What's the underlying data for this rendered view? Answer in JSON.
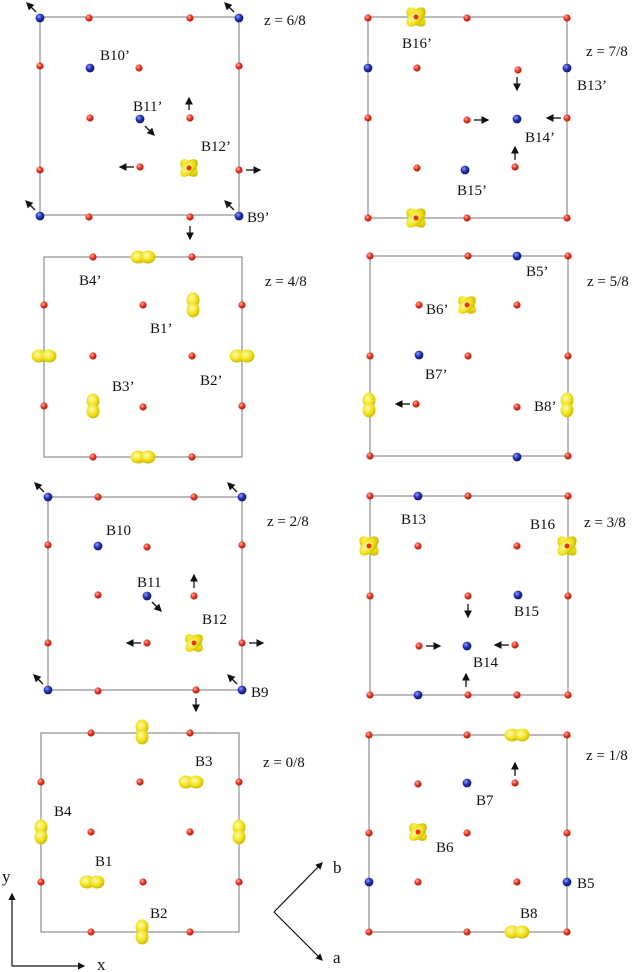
{
  "colors": {
    "oxygen_red": "#e8321e",
    "boron_blue": "#1f2fb0",
    "density_yellow": "#f2e21a",
    "frame_gray": "#777777"
  },
  "panels": [
    {
      "id": "z6",
      "z_label": "z = 6/8",
      "labels": [
        "B10’",
        "B11’",
        "B12’",
        "B9’"
      ]
    },
    {
      "id": "z7",
      "z_label": "z = 7/8",
      "labels": [
        "B16’",
        "B13’",
        "B14’",
        "B15’"
      ]
    },
    {
      "id": "z4",
      "z_label": "z = 4/8",
      "labels": [
        "B4’",
        "B1’",
        "B3’",
        "B2’"
      ]
    },
    {
      "id": "z5",
      "z_label": "z = 5/8",
      "labels": [
        "B5’",
        "B6’",
        "B7’",
        "B8’"
      ]
    },
    {
      "id": "z2",
      "z_label": "z = 2/8",
      "labels": [
        "B10",
        "B11",
        "B12",
        "B9"
      ]
    },
    {
      "id": "z3",
      "z_label": "z = 3/8",
      "labels": [
        "B13",
        "B16",
        "B15",
        "B14"
      ]
    },
    {
      "id": "z0",
      "z_label": "z = 0/8",
      "labels": [
        "B3",
        "B4",
        "B1",
        "B2"
      ]
    },
    {
      "id": "z1",
      "z_label": "z = 1/8",
      "labels": [
        "B7",
        "B6",
        "B5",
        "B8"
      ]
    }
  ],
  "axes": {
    "x": "x",
    "y": "y",
    "a": "a",
    "b": "b"
  }
}
